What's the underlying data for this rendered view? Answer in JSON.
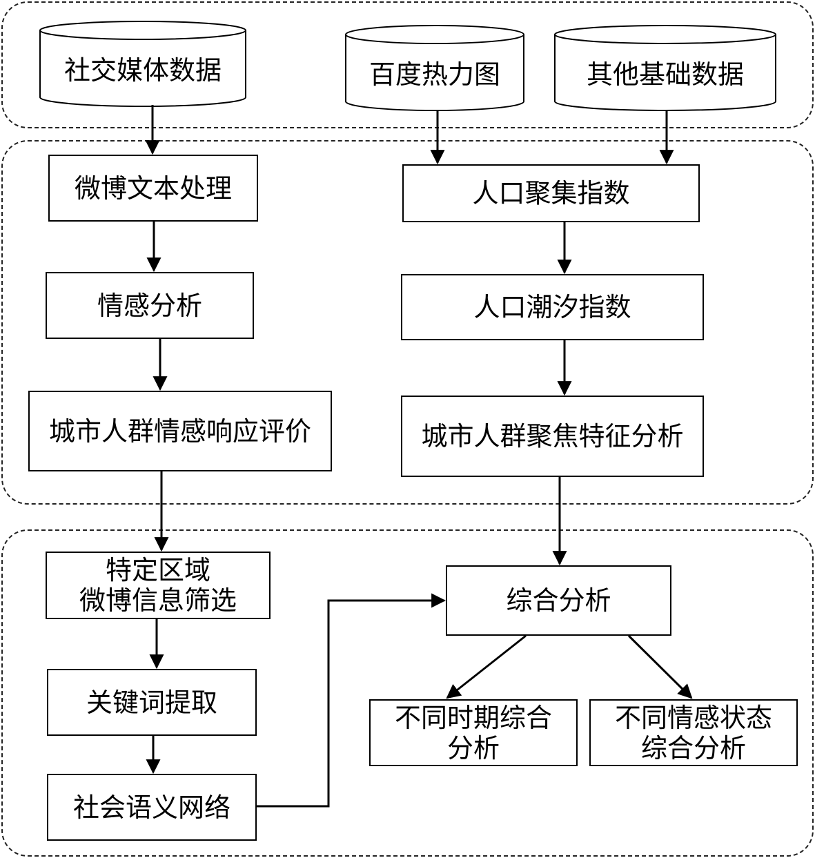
{
  "sources": {
    "social_media": "社交媒体数据",
    "baidu_heatmap": "百度热力图",
    "other_basic": "其他基础数据"
  },
  "processing": {
    "weibo_text": "微博文本处理",
    "sentiment_analysis": "情感分析",
    "emotion_response": "城市人群情感响应评价",
    "population_aggregation": "人口聚集指数",
    "population_tidal": "人口潮汐指数",
    "crowd_focus": "城市人群聚焦特征分析"
  },
  "analysis": {
    "region_filter": [
      "特定区域",
      "微博信息筛选"
    ],
    "keyword_extraction": "关键词提取",
    "semantic_network": "社会语义网络",
    "comprehensive": "综合分析",
    "by_period": [
      "不同时期综合",
      "分析"
    ],
    "by_emotion": [
      "不同情感状态",
      "综合分析"
    ]
  }
}
